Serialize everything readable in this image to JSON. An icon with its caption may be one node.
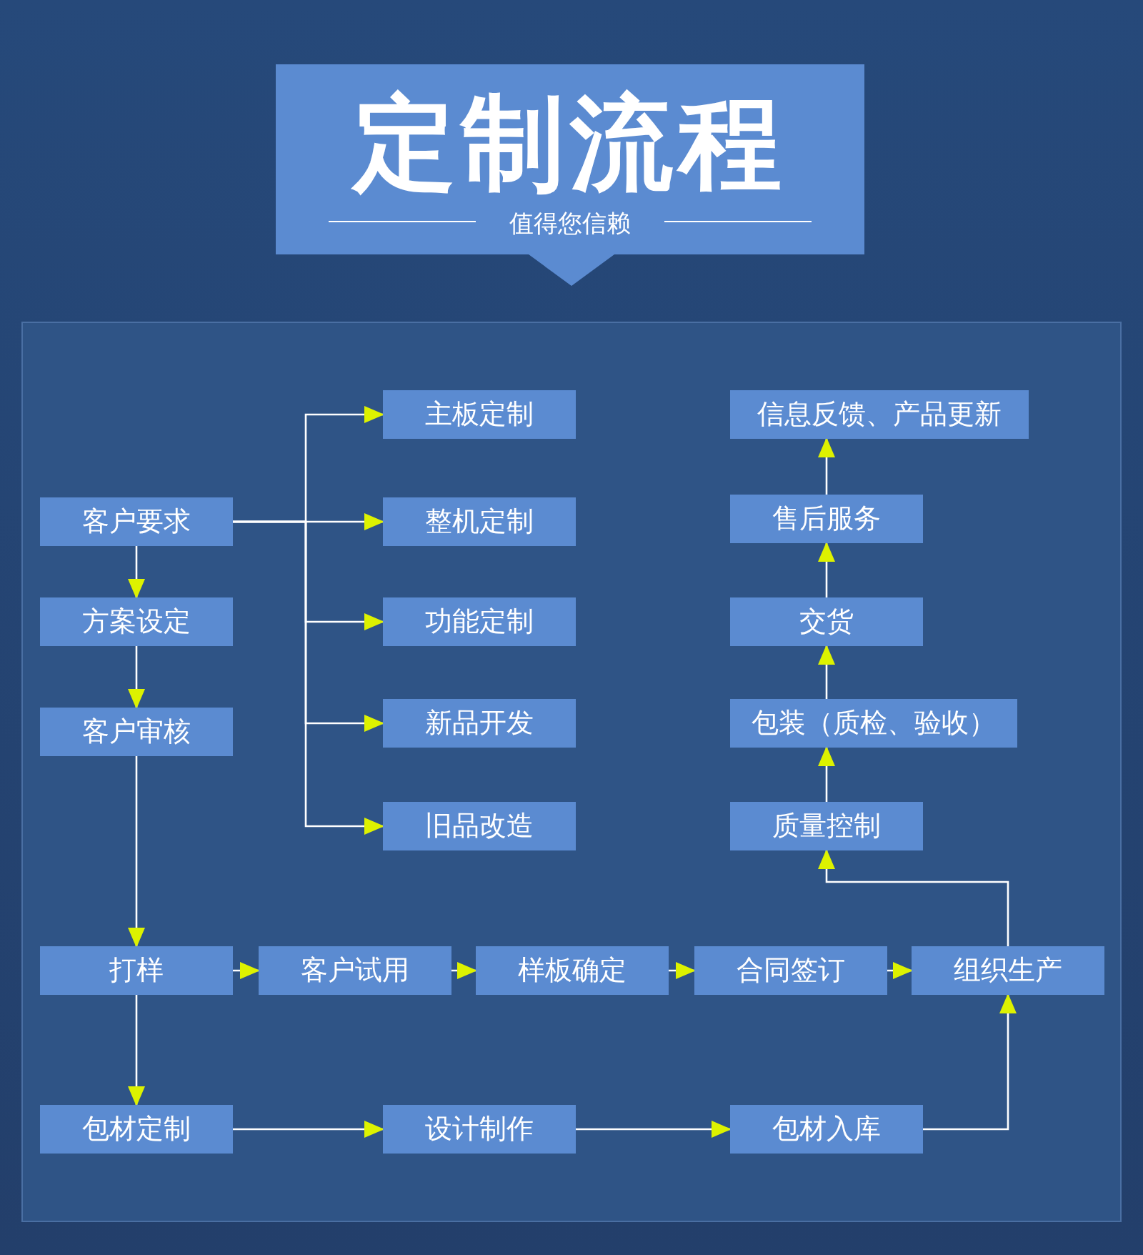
{
  "diagram": {
    "title": "定制流程",
    "labels": [
      "值得您信赖"
    ],
    "nodes": [
      {
        "text": [
          "客户要求"
        ]
      },
      {
        "text": [
          "方案设定"
        ]
      },
      {
        "text": [
          "客户审核"
        ]
      },
      {
        "text": [
          "主板定制"
        ]
      },
      {
        "text": [
          "整机定制"
        ]
      },
      {
        "text": [
          "功能定制"
        ]
      },
      {
        "text": [
          "新品开发"
        ]
      },
      {
        "text": [
          "旧品改造"
        ]
      },
      {
        "text": [
          "打样"
        ]
      },
      {
        "text": [
          "客户试用"
        ]
      },
      {
        "text": [
          "样板确定"
        ]
      },
      {
        "text": [
          "合同签订"
        ]
      },
      {
        "text": [
          "组织生产"
        ]
      },
      {
        "text": [
          "包材定制"
        ]
      },
      {
        "text": [
          "设计制作"
        ]
      },
      {
        "text": [
          "包材入库"
        ]
      },
      {
        "text": [
          "质量控制"
        ]
      },
      {
        "text": [
          "包装（质检、验收）"
        ]
      },
      {
        "text": [
          "交货"
        ]
      },
      {
        "text": [
          "售后服务"
        ]
      },
      {
        "text": [
          "信息反馈、产品更新"
        ]
      }
    ],
    "edges": [
      {
        "from": 0,
        "to": 1,
        "arrow": "to"
      },
      {
        "from": 1,
        "to": 2,
        "arrow": "to"
      },
      {
        "from": 0,
        "to": 3,
        "arrow": "to"
      },
      {
        "from": 0,
        "to": 4,
        "arrow": "to"
      },
      {
        "from": 0,
        "to": 5,
        "arrow": "to"
      },
      {
        "from": 0,
        "to": 6,
        "arrow": "to"
      },
      {
        "from": 0,
        "to": 7,
        "arrow": "to"
      },
      {
        "from": 2,
        "to": 8,
        "arrow": "to"
      },
      {
        "from": 8,
        "to": 9,
        "arrow": "to"
      },
      {
        "from": 9,
        "to": 10,
        "arrow": "to"
      },
      {
        "from": 10,
        "to": 11,
        "arrow": "to"
      },
      {
        "from": 11,
        "to": 12,
        "arrow": "to"
      },
      {
        "from": 8,
        "to": 13,
        "arrow": "to"
      },
      {
        "from": 13,
        "to": 14,
        "arrow": "to"
      },
      {
        "from": 14,
        "to": 15,
        "arrow": "to"
      },
      {
        "from": 15,
        "to": 12,
        "arrow": "to"
      },
      {
        "from": 12,
        "to": 16,
        "arrow": "to"
      },
      {
        "from": 16,
        "to": 17,
        "arrow": "to"
      },
      {
        "from": 17,
        "to": 18,
        "arrow": "to"
      },
      {
        "from": 18,
        "to": 19,
        "arrow": "to"
      },
      {
        "from": 19,
        "to": 20,
        "arrow": "to"
      }
    ]
  }
}
